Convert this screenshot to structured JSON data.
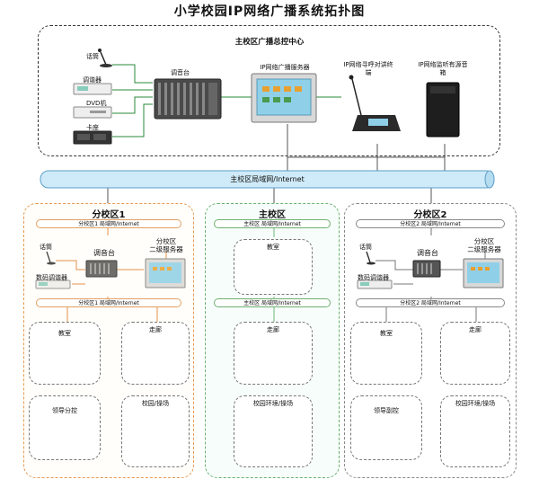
{
  "title": "小学校园IP网络广播系统拓扑图",
  "control_center": {
    "title": "主校区广播总控中心",
    "mic": "话筒",
    "tuner": "调谐器",
    "dvd": "DVD机",
    "cassette": "卡座",
    "mixer": "调音台",
    "server": "IP网络广播服务器",
    "intercom": "IP网络寻呼对讲终端",
    "monitor": "IP网络监听有源音箱"
  },
  "backbone": "主校区局域网/Internet",
  "branch1": {
    "title": "分校区1",
    "net_top": "分校区1 局域网/Internet",
    "mic": "话筒",
    "mixer": "调音台",
    "server_line1": "分校区",
    "server_line2": "二级服务器",
    "tuner": "数码调谐器",
    "net_bottom": "分校区1 局域网/Internet",
    "classroom": "教室",
    "corridor": "走廊",
    "leader": "领导分控",
    "playground": "校园/操场"
  },
  "main": {
    "title": "主校区",
    "net_top": "主校区 局域网/Internet",
    "classroom": "教室",
    "net_bottom": "主校区 局域网/Internet",
    "corridor": "走廊",
    "playground": "校园环境/操场"
  },
  "branch2": {
    "title": "分校区2",
    "net_top": "分校区2 局域网/Internet",
    "mic": "话筒",
    "mixer": "调音台",
    "server_line1": "分校区",
    "server_line2": "二级服务器",
    "tuner": "数码调谐器",
    "net_bottom": "分校区2 局域网/Internet",
    "classroom": "教室",
    "corridor": "走廊",
    "leader": "领导副控",
    "playground": "校园环境/操场"
  }
}
